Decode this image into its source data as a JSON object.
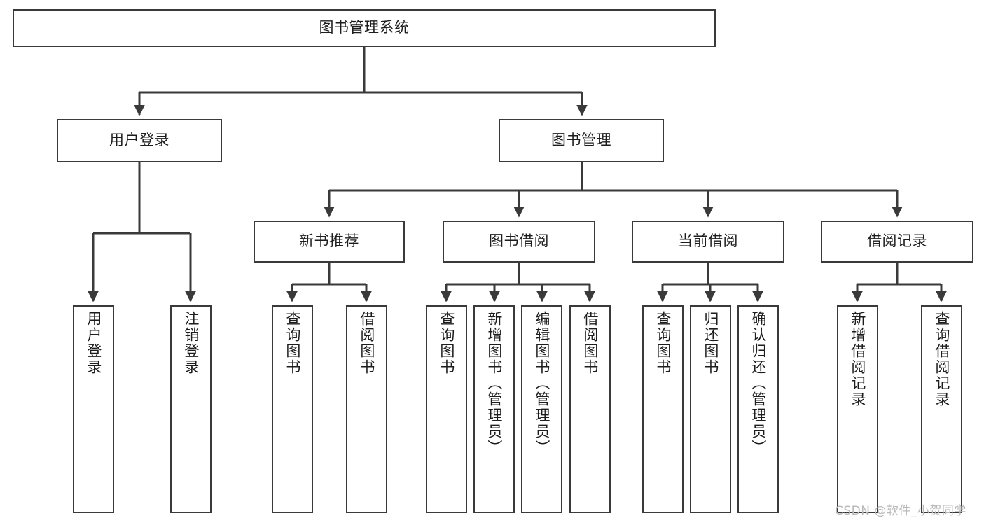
{
  "diagram": {
    "title": "图书管理系统",
    "type": "tree",
    "watermark": "CSDN @软件_小贺同学",
    "colors": {
      "stroke": "#3a3a3a",
      "background": "#ffffff",
      "text": "#1d1d1d",
      "watermark": "#b9b9b9"
    },
    "nodes": {
      "root": {
        "label": "图书管理系统"
      },
      "level1": [
        {
          "id": "user-login",
          "label": "用户登录"
        },
        {
          "id": "book-management",
          "label": "图书管理"
        }
      ],
      "level2": [
        {
          "id": "new-book-recommend",
          "label": "新书推荐"
        },
        {
          "id": "book-borrow",
          "label": "图书借阅"
        },
        {
          "id": "current-borrow",
          "label": "当前借阅"
        },
        {
          "id": "borrow-record",
          "label": "借阅记录"
        }
      ],
      "leaves": {
        "user_login": [
          {
            "id": "leaf-user-login",
            "label": "用户登录"
          },
          {
            "id": "leaf-logout-login",
            "label": "注销登录"
          }
        ],
        "new_book_recommend": [
          {
            "id": "leaf-query-book-1",
            "label": "查询图书"
          },
          {
            "id": "leaf-borrow-book-1",
            "label": "借阅图书"
          }
        ],
        "book_borrow": [
          {
            "id": "leaf-query-book-2",
            "label": "查询图书"
          },
          {
            "id": "leaf-add-book",
            "label": "新增图书（管理员）"
          },
          {
            "id": "leaf-edit-book",
            "label": "编辑图书（管理员）"
          },
          {
            "id": "leaf-borrow-book-2",
            "label": "借阅图书"
          }
        ],
        "current_borrow": [
          {
            "id": "leaf-query-book-3",
            "label": "查询图书"
          },
          {
            "id": "leaf-return-book",
            "label": "归还图书"
          },
          {
            "id": "leaf-confirm-return",
            "label": "确认归还（管理员）"
          }
        ],
        "borrow_record": [
          {
            "id": "leaf-add-record",
            "label": "新增借阅记录"
          },
          {
            "id": "leaf-query-record",
            "label": "查询借阅记录"
          }
        ]
      }
    }
  }
}
